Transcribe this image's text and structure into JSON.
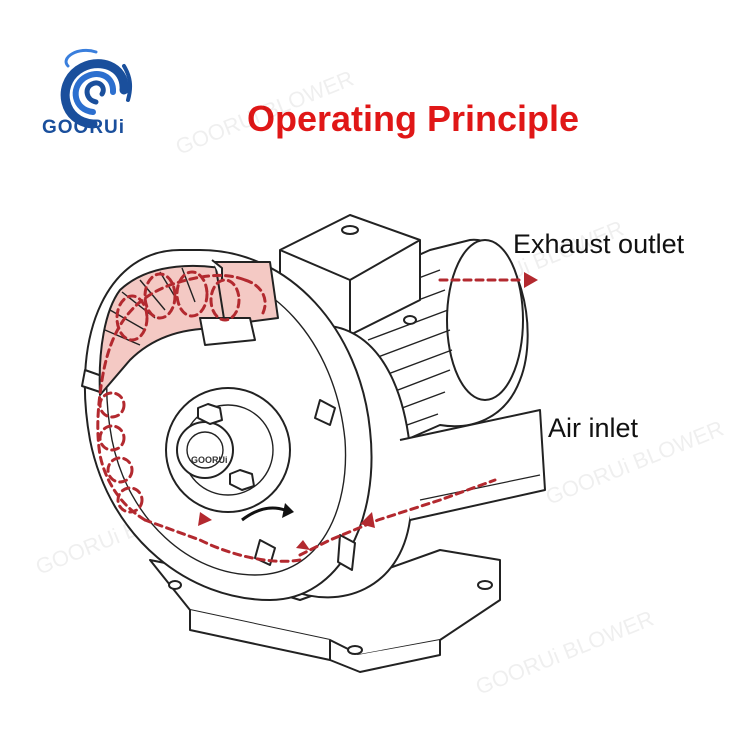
{
  "brand": {
    "name": "GOORUi",
    "watermark_text": "GOORUi BLOWER",
    "blue": "#1a4f9c",
    "red": "#e01717"
  },
  "title": "Operating Principle",
  "labels": {
    "exhaust": "Exhaust outlet",
    "inlet": "Air inlet"
  },
  "colors": {
    "flow": "#b3292f",
    "highlight": "#f4c9c4",
    "line": "#222222",
    "text": "#111111"
  },
  "icons": {
    "logo": "swirl-logo-icon",
    "rotation_arrow": "curved-arrow-icon"
  }
}
